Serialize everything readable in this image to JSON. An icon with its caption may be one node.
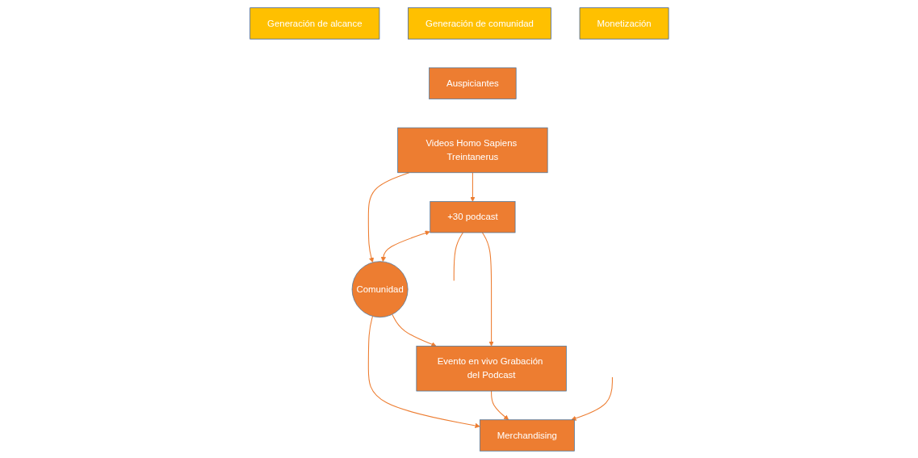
{
  "diagram": {
    "nodes": [
      {
        "text": [
          "Generación de alcance"
        ]
      },
      {
        "text": [
          "Generación de comunidad"
        ]
      },
      {
        "text": [
          "Monetización"
        ]
      },
      {
        "text": [
          "Auspiciantes"
        ]
      },
      {
        "text": [
          "Videos Homo Sapiens Treintanerus"
        ]
      },
      {
        "text": [
          "+30 podcast"
        ]
      },
      {
        "text": [
          "Comunidad"
        ]
      },
      {
        "text": [
          "Evento en vivo Grabación del Podcast"
        ]
      },
      {
        "text": [
          "Merchandising"
        ]
      }
    ],
    "edges": [
      {
        "from": 4,
        "to": 6,
        "arrow": "to"
      },
      {
        "from": 4,
        "to": 5,
        "arrow": "to"
      },
      {
        "from": 5,
        "to": 6,
        "arrow": "both"
      },
      {
        "from": 6,
        "to": 7,
        "arrow": "to"
      },
      {
        "from": 5,
        "to": 7,
        "arrow": "to"
      },
      {
        "from": 6,
        "to": 8,
        "arrow": "to"
      },
      {
        "from": 7,
        "to": 8,
        "arrow": "to"
      },
      {
        "from": 5,
        "to": null,
        "arrow": "none"
      },
      {
        "from": null,
        "to": 8,
        "arrow": "to"
      }
    ]
  }
}
